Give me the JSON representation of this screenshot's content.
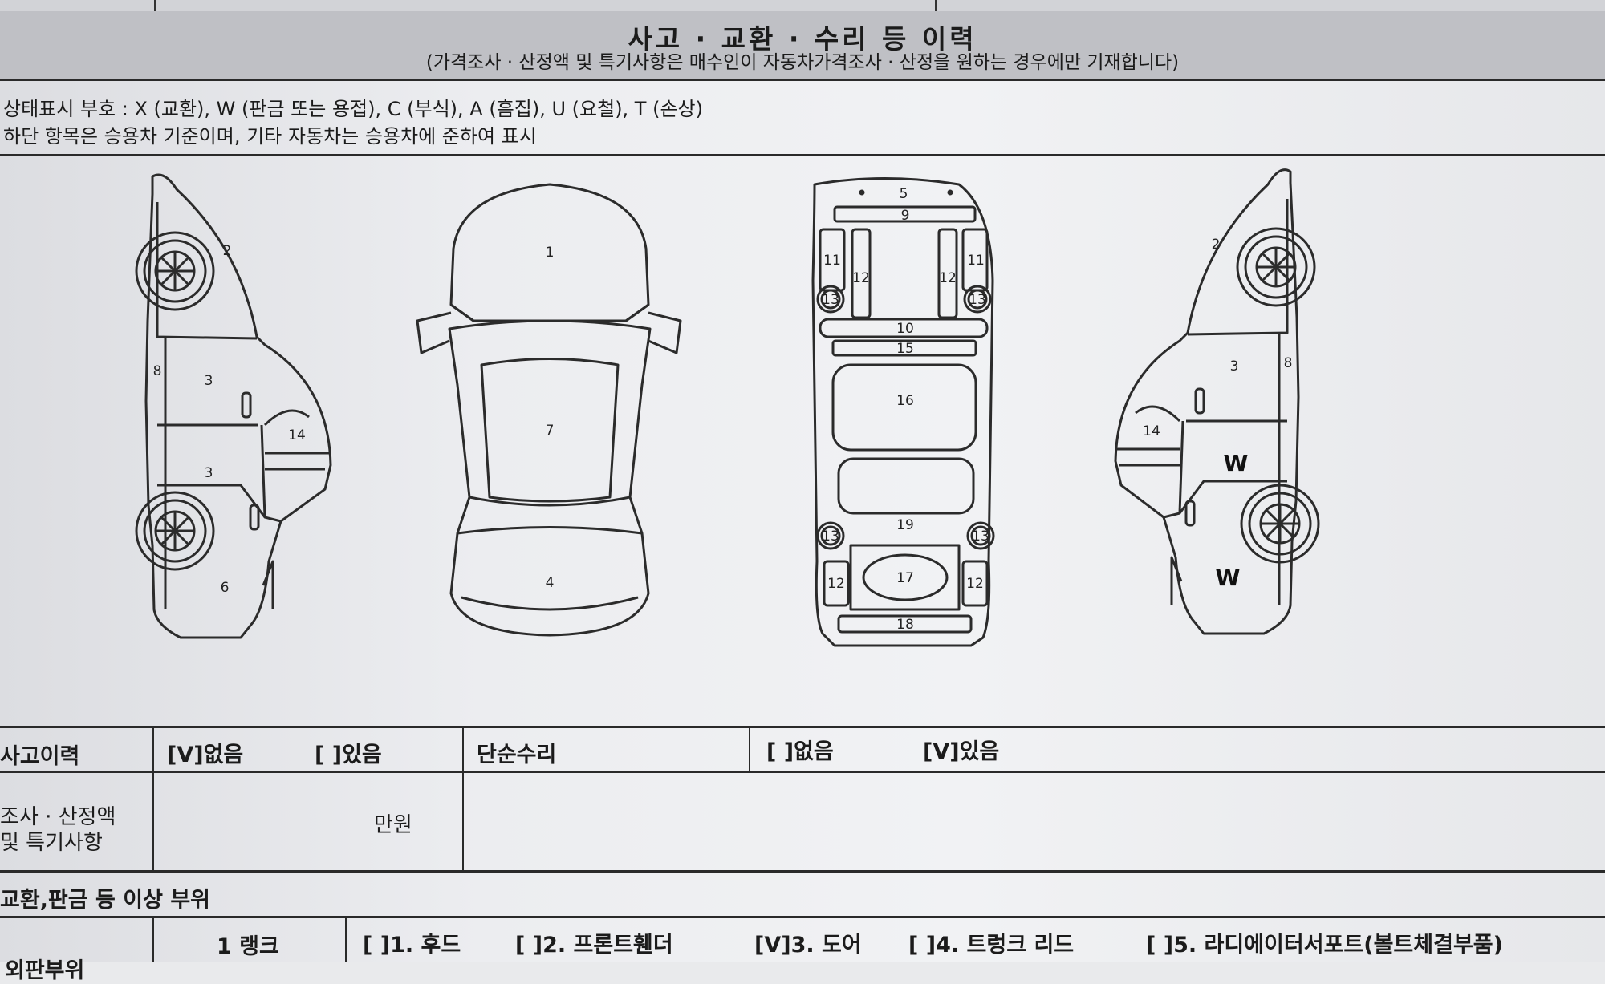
{
  "header": {
    "title": "사고 · 교환 · 수리 등 이력",
    "subtitle": "(가격조사 · 산정액 및 특기사항은 매수인이 자동차가격조사 · 산정을 원하는 경우에만 기재합니다)"
  },
  "legend": {
    "line1": "상태표시 부호 : X (교환), W (판금 또는 용접), C (부식), A (흠집), U (요철), T (손상)",
    "line2": "하단 항목은 승용차 기준이며, 기타 자동차는 승용차에 준하여 표시"
  },
  "diagram": {
    "left_side": {
      "labels": [
        "2",
        "8",
        "3",
        "3",
        "14",
        "6"
      ]
    },
    "top_view": {
      "labels": [
        "1",
        "7",
        "4"
      ]
    },
    "underside": {
      "labels": [
        "5",
        "9",
        "11",
        "11",
        "12",
        "12",
        "13",
        "13",
        "10",
        "15",
        "16",
        "19",
        "13",
        "13",
        "12",
        "17",
        "12",
        "18"
      ]
    },
    "right_side": {
      "labels": [
        "2",
        "3",
        "8",
        "14"
      ]
    },
    "marks": [
      "W",
      "W"
    ]
  },
  "table": {
    "accident_history": {
      "label": "사고이력",
      "none": "[V]없음",
      "exists": "[ ]있음"
    },
    "simple_repair": {
      "label": "단순수리",
      "none": "[ ]없음",
      "exists": "[V]있음"
    },
    "price_survey": {
      "label_line1": "조사 · 산정액",
      "label_line2": "및 특기사항",
      "unit": "만원"
    },
    "section_title": "교환,판금 등 이상 부위",
    "rank1_row": {
      "label": "외판부위",
      "rank": "1 랭크",
      "items": [
        "[ ]1. 후드",
        "[ ]2. 프론트휀더",
        "[V]3. 도어",
        "[ ]4. 트렁크 리드",
        "[ ]5. 라디에이터서포트(볼트체결부품)"
      ]
    }
  }
}
